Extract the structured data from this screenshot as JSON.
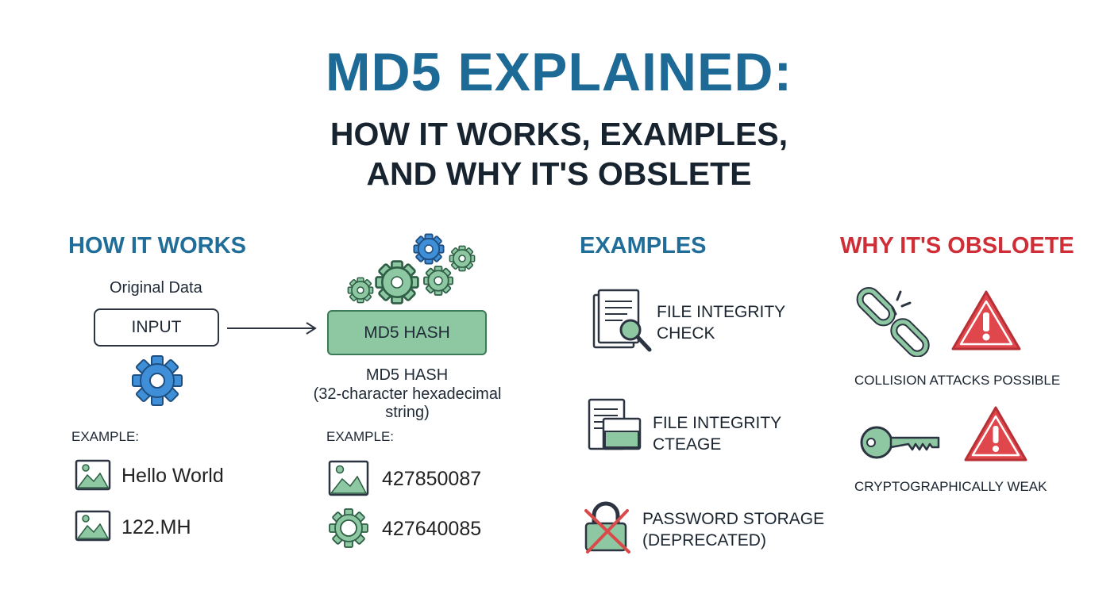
{
  "header": {
    "title": "MD5 EXPLAINED:",
    "subtitle_line1": "HOW IT WORKS, EXAMPLES,",
    "subtitle_line2": "AND WHY IT'S OBSLETE"
  },
  "how_it_works": {
    "heading": "HOW IT WORKS",
    "original_data_label": "Original Data",
    "input_label": "INPUT",
    "hash_box_label": "MD5 HASH",
    "hash_caption": "MD5 HASH",
    "hash_subcaption": "(32-character hexadecimal string)",
    "example_label_left": "EXAMPLE:",
    "example_label_right": "EXAMPLE:",
    "left_examples": [
      "Hello World",
      "122.MH"
    ],
    "right_examples": [
      "427850087",
      "427640085"
    ]
  },
  "examples": {
    "heading": "EXAMPLES",
    "items": [
      {
        "line1": "FILE INTEGRITY",
        "line2": "CHECK",
        "icon": "document-search-icon"
      },
      {
        "line1": "FILE INTEGRITY",
        "line2": "CTEAGE",
        "icon": "document-folder-icon"
      },
      {
        "line1": "PASSWORD STORAGE",
        "line2": "(DEPRECATED)",
        "icon": "crossed-lock-icon"
      }
    ]
  },
  "why_obsolete": {
    "heading": "WHY IT'S OBSLOETE",
    "collision_label": "COLLISION ATTACKS POSSIBLE",
    "weak_label": "CRYPTOGRAPHICALLY WEAK"
  },
  "colors": {
    "title_blue": "#1e6a96",
    "accent_green": "#8dc8a3",
    "gear_blue": "#3f8fd8",
    "warning_red": "#e0474c"
  }
}
